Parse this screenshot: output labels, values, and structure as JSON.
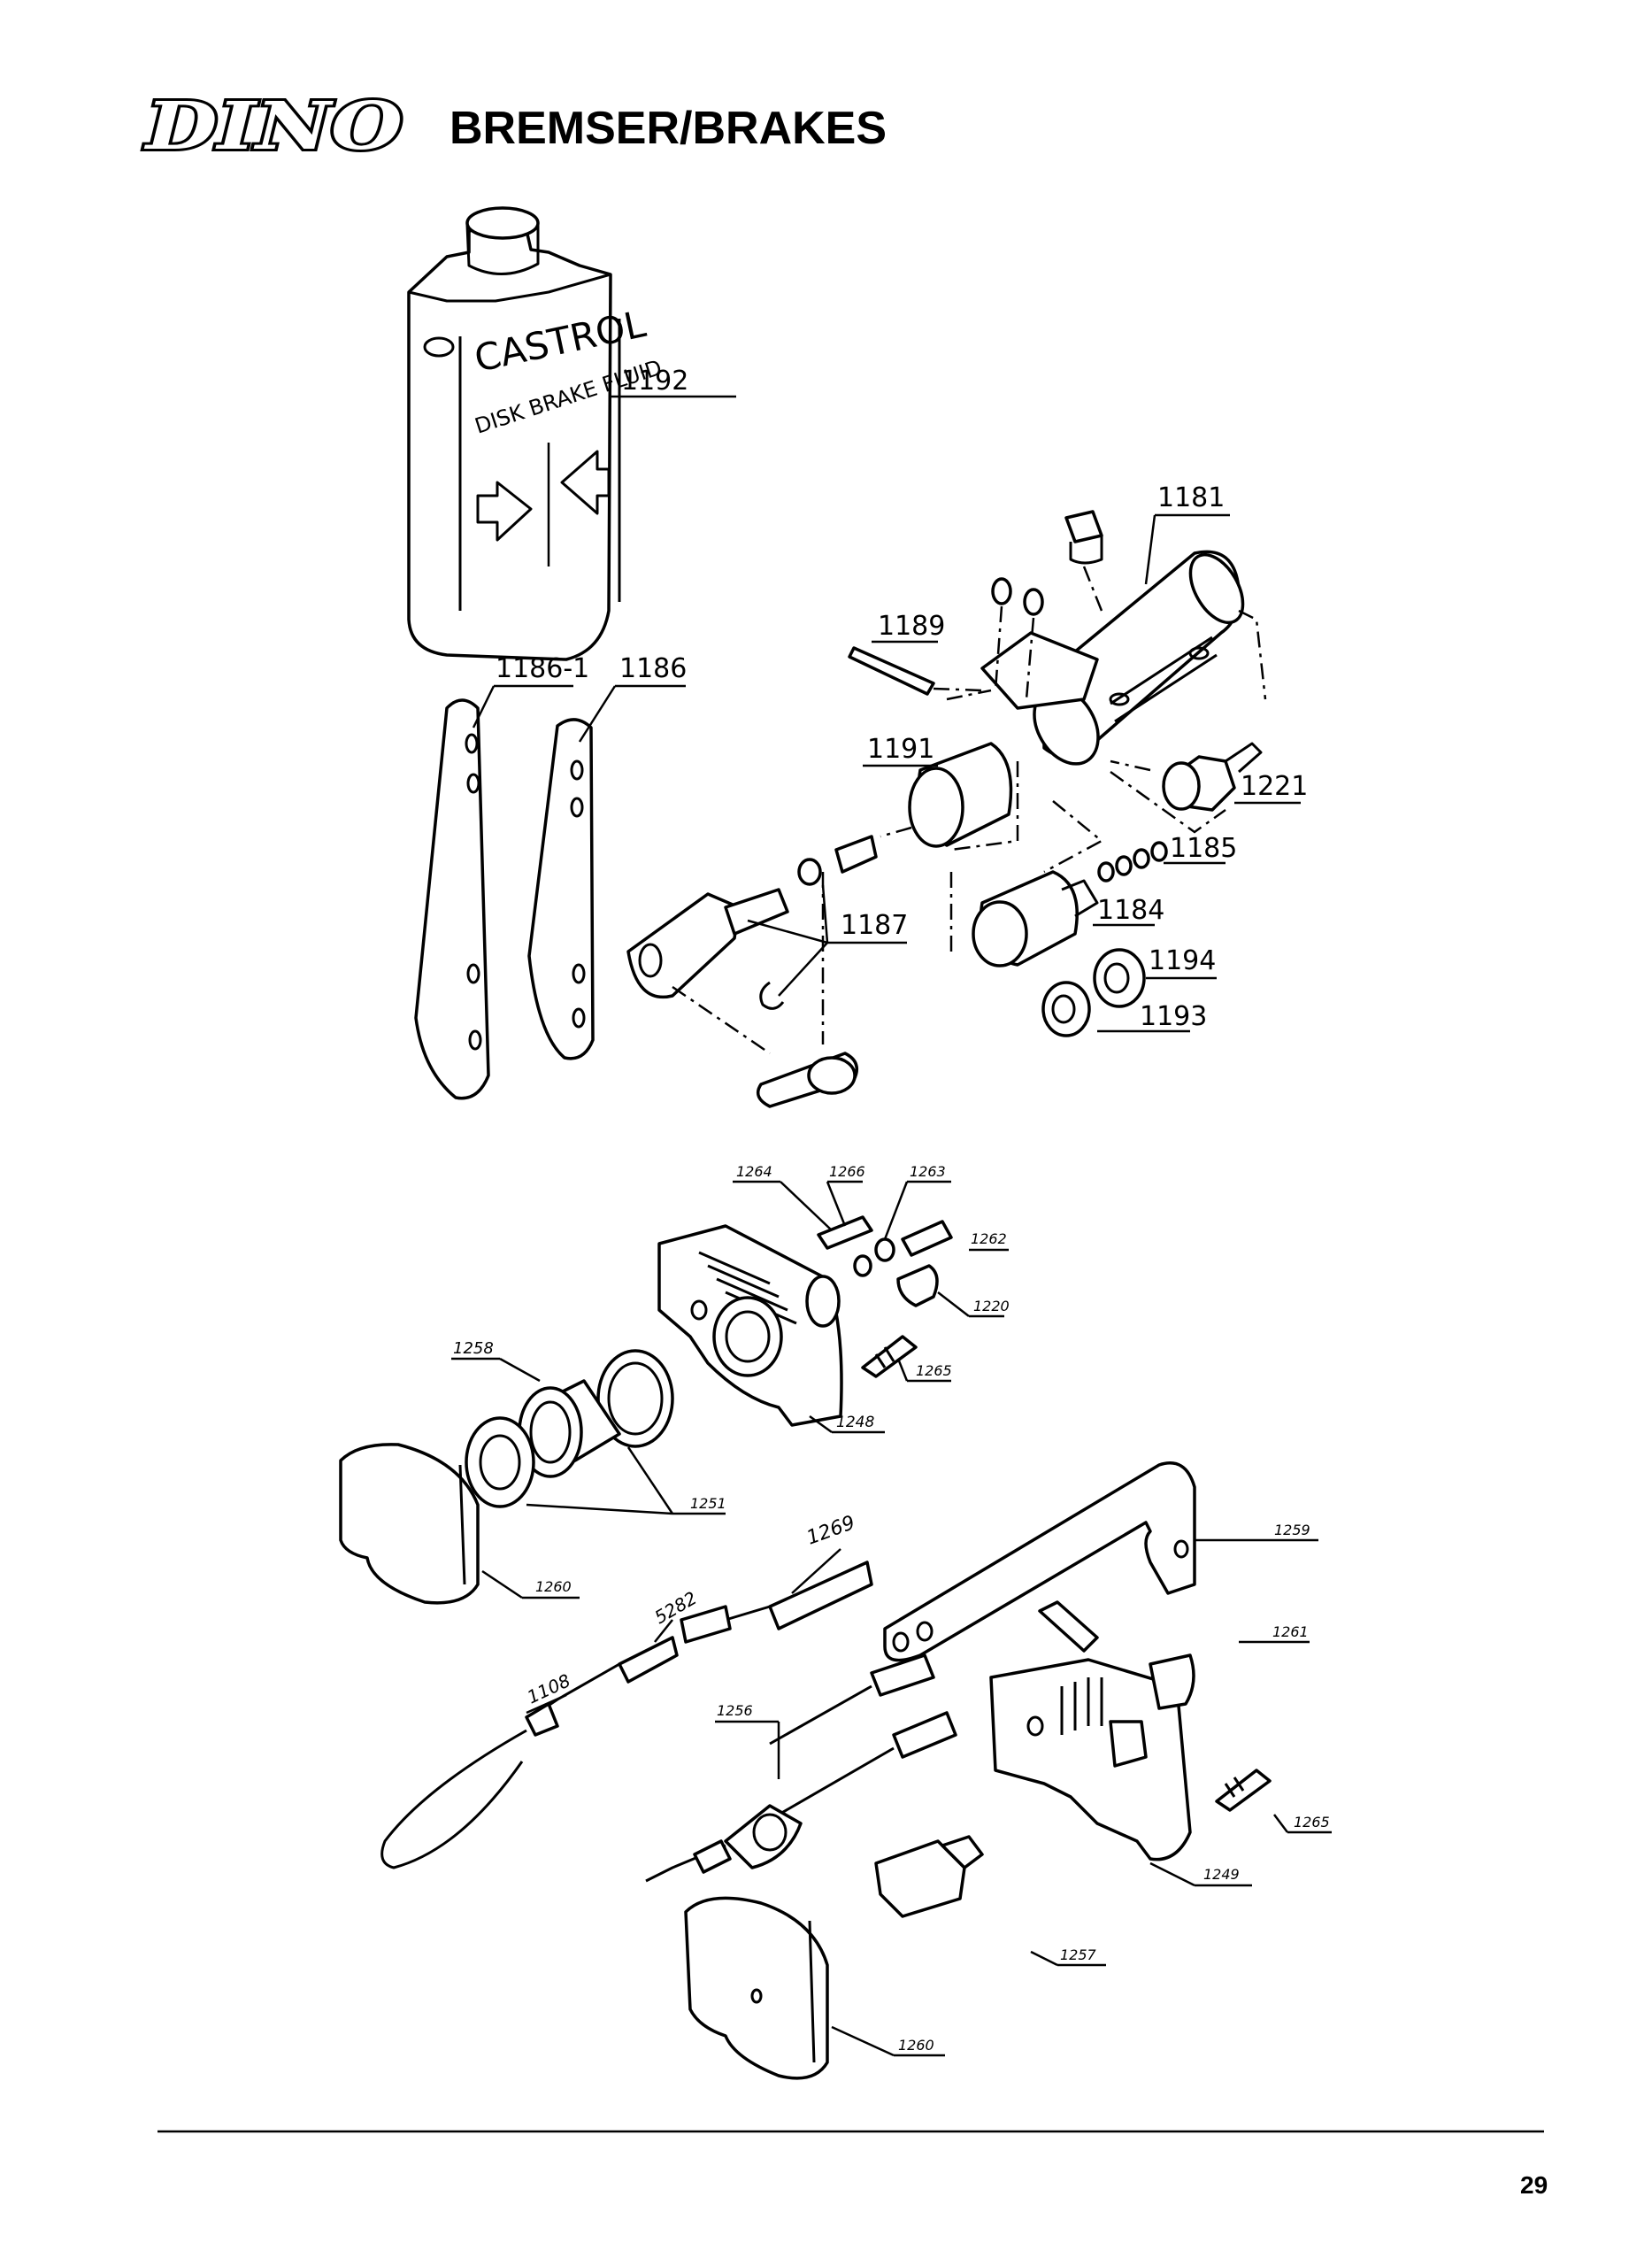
{
  "header": {
    "logo_text": "DINO",
    "title": "BREMSER/BRAKES"
  },
  "bottle": {
    "brand": "CASTROL",
    "label": "DISK BRAKE FLUID"
  },
  "parts_upper": [
    "1192",
    "1181",
    "1189",
    "1186-1",
    "1186",
    "1191",
    "1221",
    "1185",
    "1187",
    "1184",
    "1194",
    "1193"
  ],
  "parts_lower": [
    "1264",
    "1266",
    "1263",
    "1262",
    "1220",
    "1258",
    "1265",
    "1248",
    "1251",
    "1259",
    "1260",
    "1269",
    "5282",
    "1261",
    "1108",
    "1256",
    "1265",
    "1249",
    "1257",
    "1260"
  ],
  "footer": {
    "page_number": "29"
  }
}
